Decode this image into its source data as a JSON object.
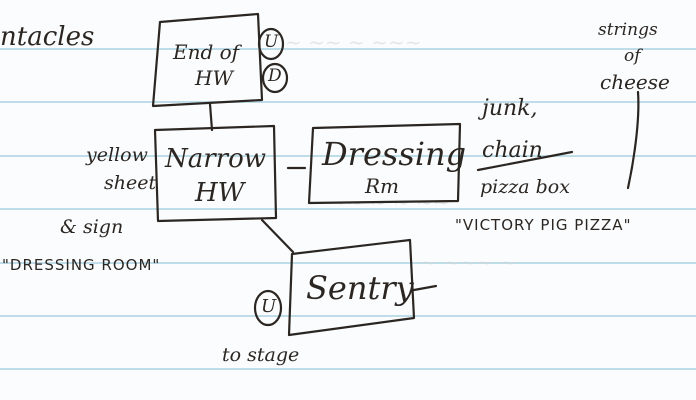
{
  "page": {
    "header_fragment": "ntacles"
  },
  "nodes": {
    "end_of_hw": {
      "line1": "End of",
      "line2": "HW",
      "marker_top": "U",
      "marker_bottom": "D"
    },
    "narrow_hw": {
      "line1": "Narrow",
      "line2": "HW"
    },
    "dressing_rm": {
      "line1": "Dressing",
      "line2": "Rm"
    },
    "sentry": {
      "label": "Sentry",
      "marker": "U"
    }
  },
  "notes": {
    "yellow_sheet": [
      "yellow",
      "sheet",
      "& sign"
    ],
    "dressing_room_sign": "\"DRESSING ROOM\"",
    "dressing_contents": [
      "junk,",
      "chain"
    ],
    "pizza_box": "pizza box",
    "victory_pig_pizza": "\"VICTORY PIG PIZZA\"",
    "strings_of_cheese": [
      "strings",
      "of",
      "cheese"
    ],
    "to_stage": "to stage"
  },
  "colors": {
    "ink": "#2b2622",
    "rule": "#a9d3e2",
    "paper": "#fbfcfd"
  }
}
